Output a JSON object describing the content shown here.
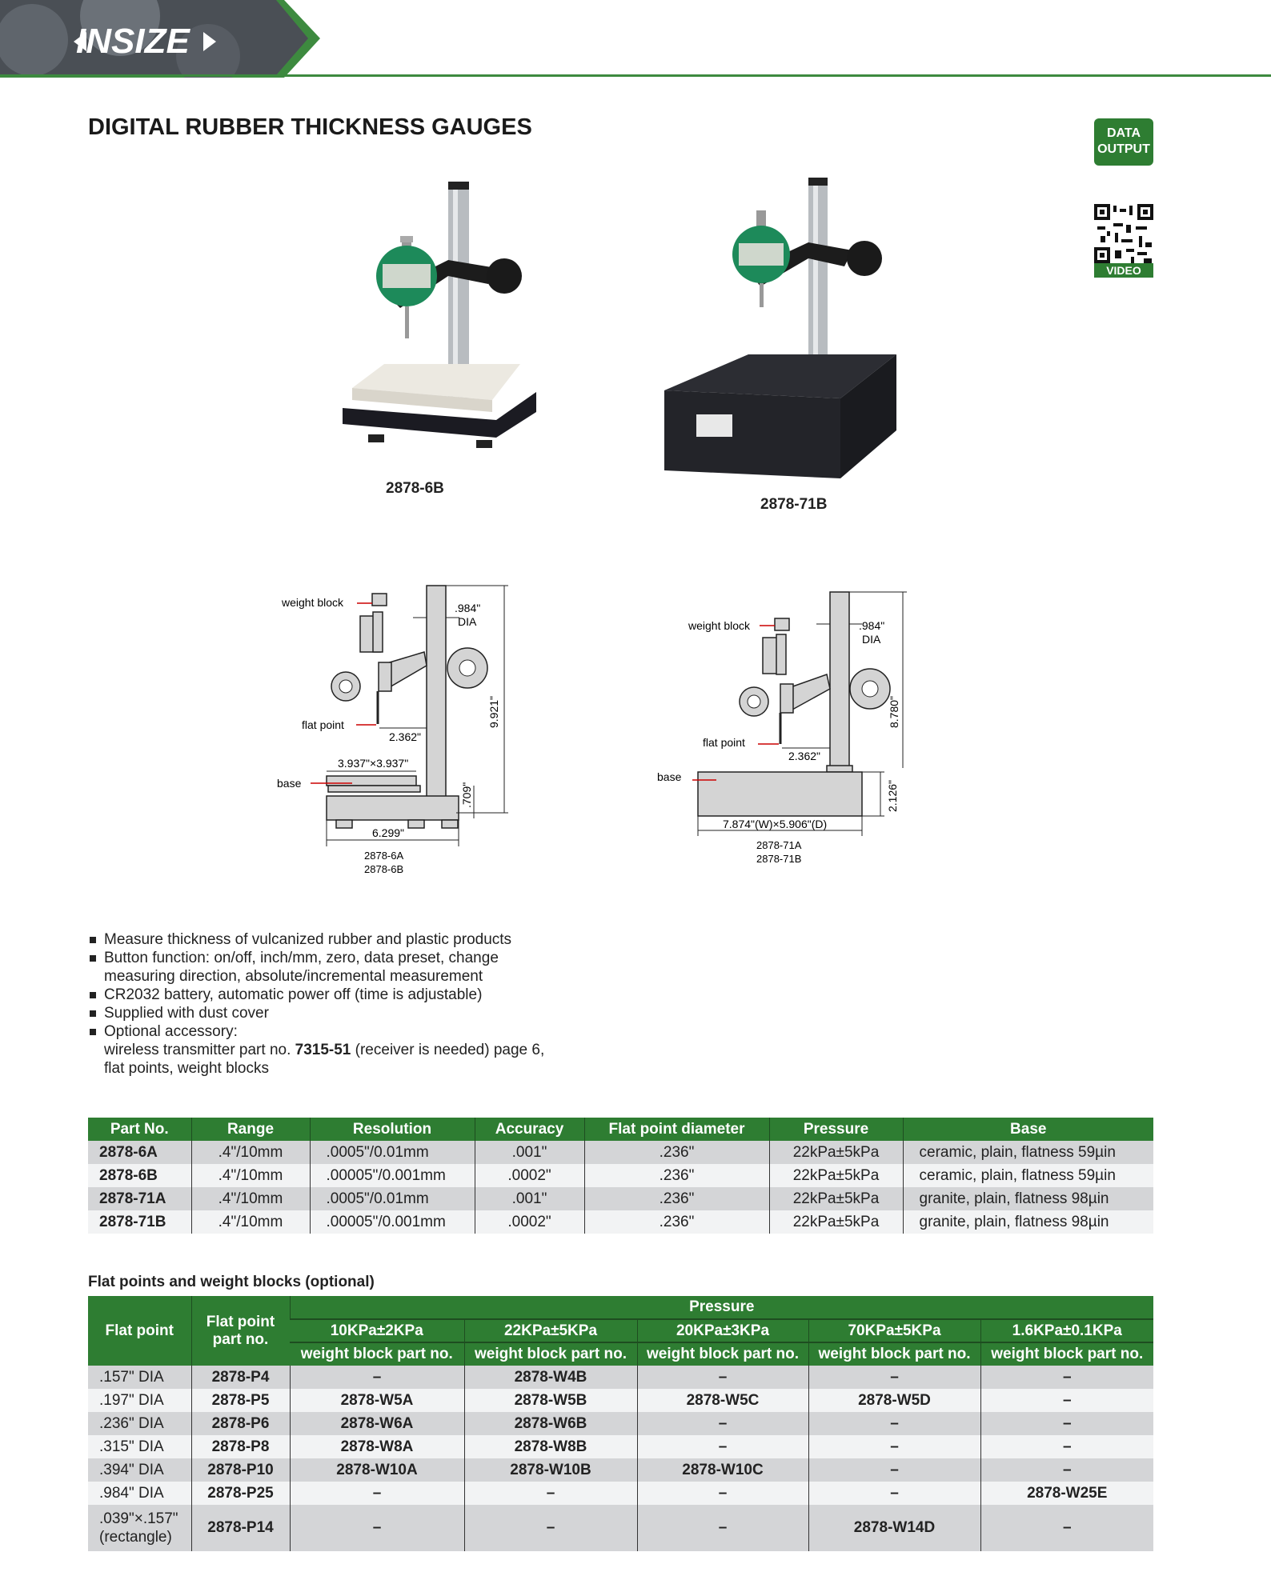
{
  "header": {
    "brand": "INSIZE",
    "title": "DIGITAL RUBBER THICKNESS GAUGES",
    "badge_line1": "DATA",
    "badge_line2": "OUTPUT",
    "qr_label": "VIDEO"
  },
  "products": [
    {
      "model": "2878-6B"
    },
    {
      "model": "2878-71B"
    }
  ],
  "diagram_left": {
    "weight_block": "weight block",
    "dia": ".984\"",
    "dia2": "DIA",
    "height": "9.921\"",
    "flat_point": "flat point",
    "reach": "2.362\"",
    "base_size": "3.937\"×3.937\"",
    "base": "base",
    "base_h": ".709\"",
    "width": "6.299\"",
    "model1": "2878-6A",
    "model2": "2878-6B"
  },
  "diagram_right": {
    "weight_block": "weight block",
    "dia": ".984\"",
    "dia2": "DIA",
    "height": "8.780\"",
    "flat_point": "flat point",
    "reach": "2.362\"",
    "base": "base",
    "base_h": "2.126\"",
    "base_size": "7.874\"(W)×5.906\"(D)",
    "model1": "2878-71A",
    "model2": "2878-71B"
  },
  "features": [
    "Measure thickness of vulcanized rubber and plastic products",
    "Button function: on/off, inch/mm, zero, data preset, change",
    "measuring direction, absolute/incremental measurement",
    "CR2032 battery, automatic power off (time is adjustable)",
    "Supplied with dust cover",
    "Optional accessory:",
    "wireless transmitter part no.",
    "7315-51",
    "(receiver is needed) page 6,",
    "flat points, weight blocks"
  ],
  "spec_table": {
    "headers": [
      "Part No.",
      "Range",
      "Resolution",
      "Accuracy",
      "Flat point diameter",
      "Pressure",
      "Base"
    ],
    "rows": [
      [
        "2878-6A",
        ".4\"/10mm",
        ".0005\"/0.01mm",
        ".001\"",
        ".236\"",
        "22kPa±5kPa",
        "ceramic, plain, flatness 59µin"
      ],
      [
        "2878-6B",
        ".4\"/10mm",
        ".00005\"/0.001mm",
        ".0002\"",
        ".236\"",
        "22kPa±5kPa",
        "ceramic, plain, flatness 59µin"
      ],
      [
        "2878-71A",
        ".4\"/10mm",
        ".0005\"/0.01mm",
        ".001\"",
        ".236\"",
        "22kPa±5kPa",
        "granite, plain, flatness 98µin"
      ],
      [
        "2878-71B",
        ".4\"/10mm",
        ".00005\"/0.001mm",
        ".0002\"",
        ".236\"",
        "22kPa±5kPa",
        "granite, plain, flatness 98µin"
      ]
    ]
  },
  "accessory_table": {
    "title": "Flat points and weight blocks (optional)",
    "h_flat": "Flat point",
    "h_part": "Flat point part no.",
    "h_pressure": "Pressure",
    "pressures": [
      "10KPa±2KPa",
      "22KPa±5KPa",
      "20KPa±3KPa",
      "70KPa±5KPa",
      "1.6KPa±0.1KPa"
    ],
    "sub": "weight block part no.",
    "rows": [
      [
        ".157\" DIA",
        "2878-P4",
        "–",
        "2878-W4B",
        "–",
        "–",
        "–"
      ],
      [
        ".197\" DIA",
        "2878-P5",
        "2878-W5A",
        "2878-W5B",
        "2878-W5C",
        "2878-W5D",
        "–"
      ],
      [
        ".236\" DIA",
        "2878-P6",
        "2878-W6A",
        "2878-W6B",
        "–",
        "–",
        "–"
      ],
      [
        ".315\" DIA",
        "2878-P8",
        "2878-W8A",
        "2878-W8B",
        "–",
        "–",
        "–"
      ],
      [
        ".394\" DIA",
        "2878-P10",
        "2878-W10A",
        "2878-W10B",
        "2878-W10C",
        "–",
        "–"
      ],
      [
        ".984\" DIA",
        "2878-P25",
        "–",
        "–",
        "–",
        "–",
        "2878-W25E"
      ],
      [
        ".039\"×.157\"",
        "2878-P14",
        "–",
        "–",
        "–",
        "2878-W14D",
        "–"
      ]
    ],
    "last_row_note": "(rectangle)"
  },
  "colors": {
    "green": "#2e7d32",
    "row_gray": "#d4d5d7",
    "row_light": "#f2f3f4"
  }
}
